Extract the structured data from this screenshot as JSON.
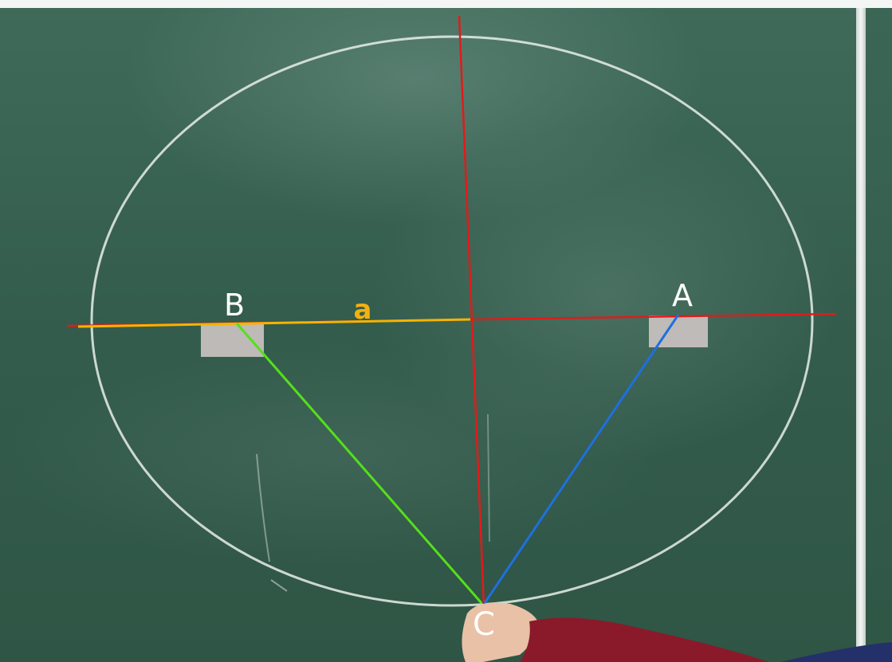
{
  "points": {
    "a_label": "A",
    "b_label": "B",
    "c_label": "C"
  },
  "segment_label": "a",
  "colors": {
    "board": "#345d4d",
    "chalk": "#e8efe9",
    "axis": "#e31a1a",
    "semi_axis": "#f4b400",
    "segment_bc": "#55e01a",
    "segment_ac": "#1f6fe0",
    "label_a_color": "#f2b111"
  }
}
